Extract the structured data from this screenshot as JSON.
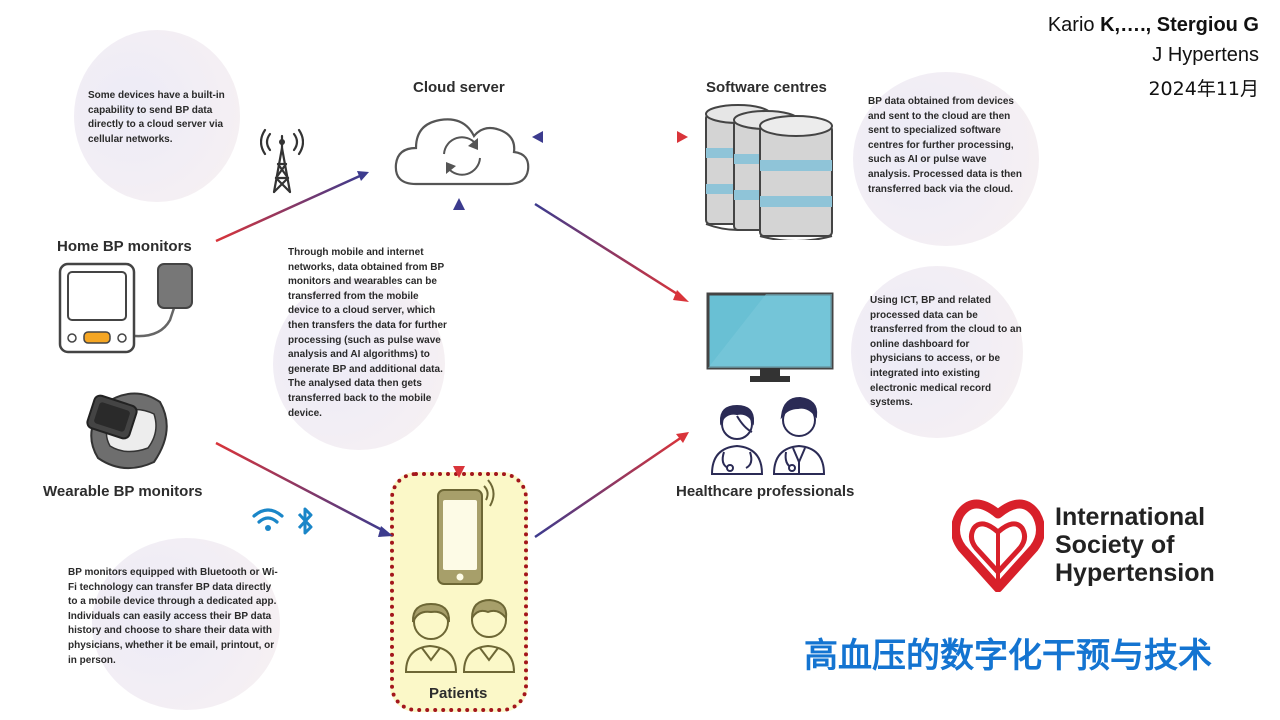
{
  "citation": {
    "line1_plain": "Kario ",
    "line1_bold": "K,…., Stergiou G",
    "line2": "J Hypertens",
    "line3": "2024年11月"
  },
  "nodes": {
    "cloud_server": "Cloud server",
    "software_centres": "Software centres",
    "home_bp_monitors": "Home BP monitors",
    "wearable_bp_monitors": "Wearable BP monitors",
    "healthcare_professionals": "Healthcare professionals",
    "patients": "Patients"
  },
  "notes": {
    "cellular": "Some devices have a built-in capability to send BP data directly to a cloud server via cellular networks.",
    "software": "BP data obtained from devices and sent to the cloud are then sent to specialized software centres for further processing, such as AI or pulse wave analysis. Processed data is then transferred back via the cloud.",
    "mobile": "Through mobile and internet networks, data obtained from BP monitors and wearables can be transferred from the mobile device to a cloud server, which then transfers the data for further processing (such as pulse wave analysis and AI algorithms) to generate BP and additional data. The analysed data then gets transferred back to the mobile device.",
    "ict": "Using ICT, BP and related processed data can be transferred from the cloud to an online dashboard for physicians to access, or be integrated into existing electronic medical record systems.",
    "bluetooth": "BP monitors equipped with Bluetooth or Wi-Fi technology can transfer BP data directly to a mobile device through a dedicated app. Individuals can easily access their BP data history and choose to share their data with physicians, whether it be email, printout, or in person."
  },
  "logo": {
    "line1": "International",
    "line2": "Society of",
    "line3": "Hypertension"
  },
  "title_cn": "高血压的数字化干预与技术",
  "colors": {
    "arrow_red": "#d9343a",
    "arrow_navy": "#3c3b8e",
    "title_blue": "#1474d1",
    "logo_red": "#d8202a",
    "patients_border": "#a3161c",
    "patients_fill": "#fbf8c8",
    "monitor_screen": "#69c0d4",
    "server_band": "#8fc4d8"
  },
  "icons": [
    "cell-tower-icon",
    "cloud-sync-icon",
    "server-stack-icon",
    "bp-monitor-icon",
    "smartwatch-icon",
    "wifi-icon",
    "bluetooth-icon",
    "smartphone-icon",
    "computer-monitor-icon",
    "doctor-icon",
    "patient-icon",
    "ish-heart-logo-icon"
  ]
}
